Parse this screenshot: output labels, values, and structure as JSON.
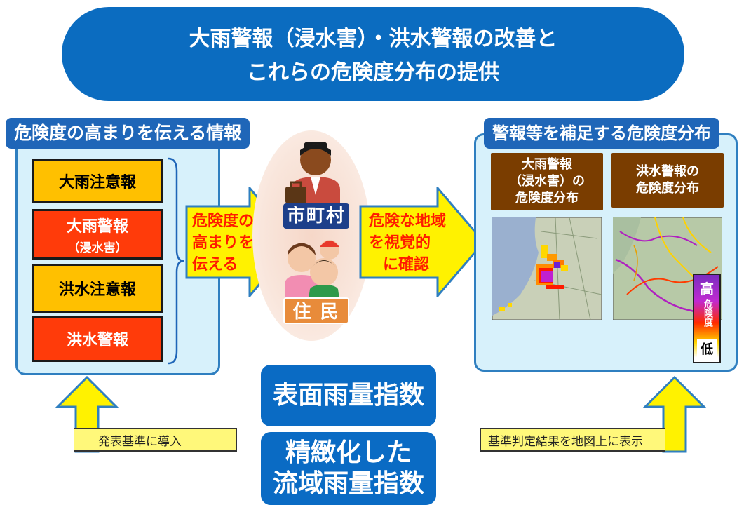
{
  "banner": {
    "line1": "大雨警報（浸水害）・洪水警報の改善と",
    "line2": "これらの危険度分布の提供"
  },
  "left_panel": {
    "title": "危険度の高まりを伝える情報",
    "items": [
      {
        "label": "大雨注意報",
        "sub": "",
        "color": "#ffc000"
      },
      {
        "label": "大雨警報",
        "sub": "（浸水害）",
        "color": "#ff3b0a"
      },
      {
        "label": "洪水注意報",
        "sub": "",
        "color": "#ffc000"
      },
      {
        "label": "洪水警報",
        "sub": "",
        "color": "#ff3b0a"
      }
    ]
  },
  "arrow1": {
    "line1": "危険度の",
    "line2": "高まりを",
    "line3": "伝える"
  },
  "center": {
    "municipality": "市町村",
    "residents": "住 民"
  },
  "arrow2": {
    "line1": "危険な地域",
    "line2": "を視覚的",
    "line3": "に確認"
  },
  "right_panel": {
    "title": "警報等を補足する危険度分布",
    "map1": {
      "line1": "大雨警報",
      "line2": "（浸水害）の",
      "line3": "危険度分布"
    },
    "map2": {
      "line1": "洪水警報の",
      "line2": "危険度分布"
    },
    "legend": {
      "high": "高",
      "mid": "危険度",
      "low": "低"
    }
  },
  "indices": {
    "surface": "表面雨量指数",
    "refined_line1": "精緻化した",
    "refined_line2": "流域雨量指数"
  },
  "bottom_left_label": "発表基準に導入",
  "bottom_right_label": "基準判定結果を地図上に表示",
  "colors": {
    "banner": "#0b6cc0",
    "panel_bg": "#d7f1fb",
    "arrow": "#fff200",
    "arrow_text": "#ff1a00",
    "brown": "#7a3d00"
  }
}
